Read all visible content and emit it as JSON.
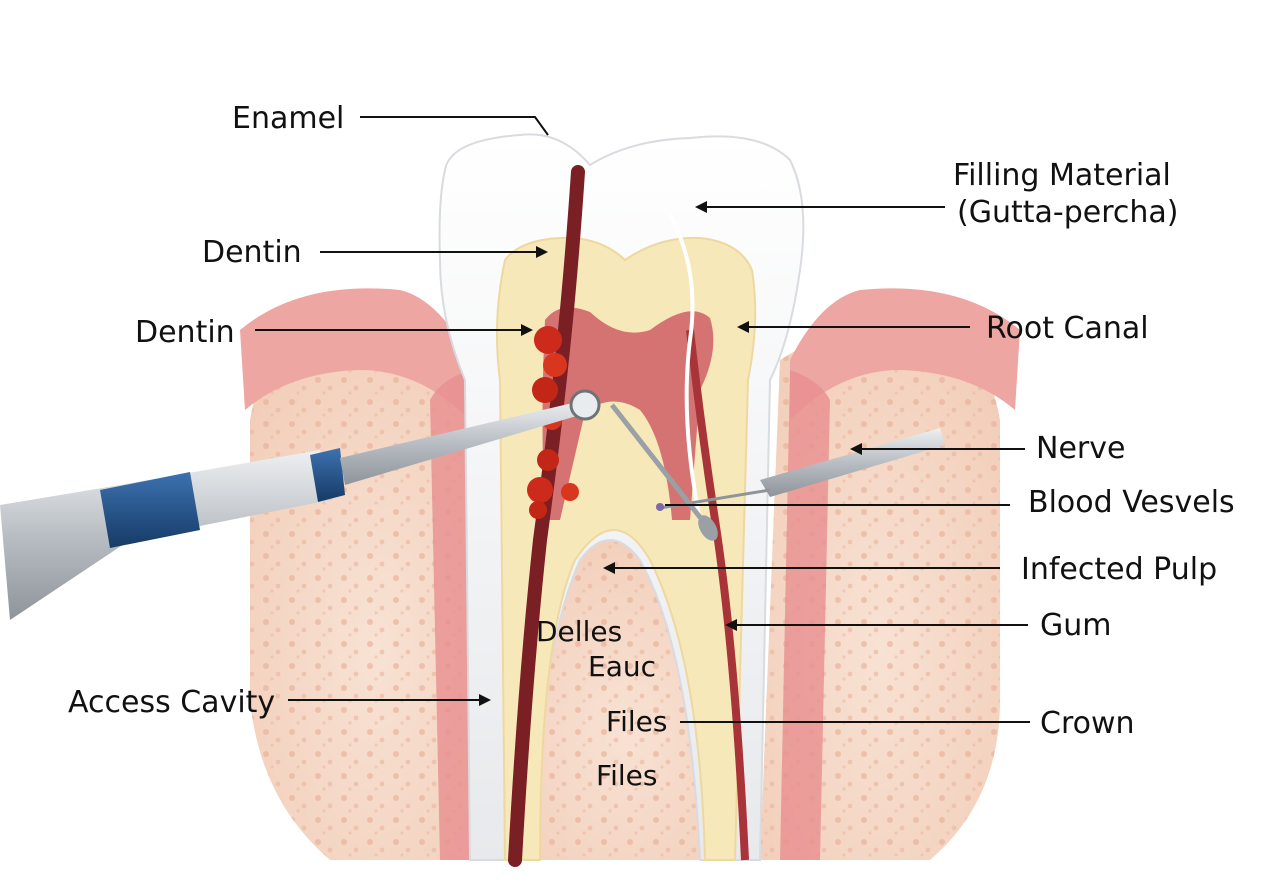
{
  "labels": {
    "enamel": "Enamel",
    "dentin_1": "Dentin",
    "dentin_2": "Dentin",
    "access_cavity": "Access Cavity",
    "filling_line1": "Filling Material",
    "filling_line2": "(Gutta-percha)",
    "root_canal": "Root Canal",
    "nerve": "Nerve",
    "blood_vessels": "Blood Vesvels",
    "infected_pulp": "Infected Pulp",
    "gum": "Gum",
    "crown": "Crown",
    "inner_1": "Delles",
    "inner_2": "Eauc",
    "inner_3": "Files",
    "inner_4": "Files"
  },
  "colors": {
    "enamel": "#f4f5f6",
    "dentin": "#f6e8b8",
    "pulp": "#c9545a",
    "canal": "#7a1f24",
    "infection": "#cc2a1a",
    "gum": "#f0b0ae",
    "bone": "#f6dccd",
    "instrument_steel": "#c7cbd0",
    "instrument_blue": "#1f4f8a"
  },
  "icons": {
    "handpiece": "dental-drill-icon",
    "file": "endodontic-file-icon"
  }
}
